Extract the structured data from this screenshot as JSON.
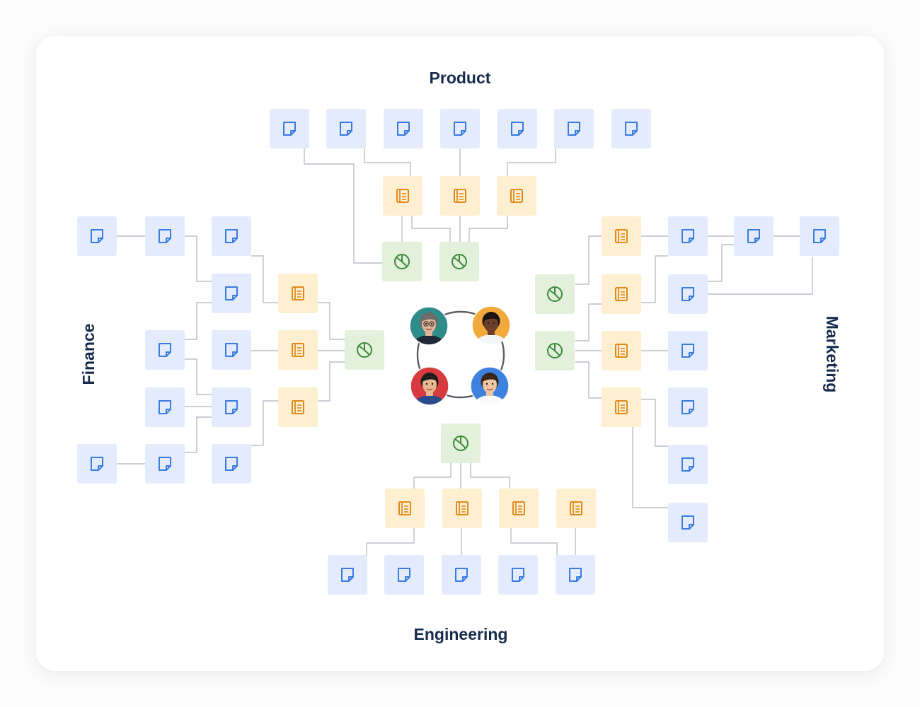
{
  "labels": {
    "product": "Product",
    "finance": "Finance",
    "marketing": "Marketing",
    "engineering": "Engineering"
  },
  "colors": {
    "page_tile": "#e3ebfd",
    "page_icon": "#3a7ce0",
    "notebook_tile": "#fdefcf",
    "notebook_icon": "#e08a1e",
    "chart_tile": "#e3f1dc",
    "chart_icon": "#3d8b3a",
    "connector": "#b9bec7",
    "label_text": "#172b4d"
  },
  "icon_names": {
    "page": "page-icon",
    "notebook": "notebook-icon",
    "chart": "pie-chart-icon"
  },
  "avatars": [
    {
      "name": "avatar-man-glasses",
      "bg": "#2f8c8a",
      "skin": "#e2b49a",
      "hair": "#6e6a66",
      "shirt": "#1f2937"
    },
    {
      "name": "avatar-woman-yellow",
      "bg": "#f2a93b",
      "skin": "#6b3f2a",
      "hair": "#1a1410",
      "shirt": "#f3f4f6"
    },
    {
      "name": "avatar-man-red",
      "bg": "#d93a3f",
      "skin": "#e6b791",
      "hair": "#1c1c1c",
      "shirt": "#2b4c8c"
    },
    {
      "name": "avatar-woman-blue",
      "bg": "#3e82e0",
      "skin": "#f0c5a4",
      "hair": "#3a2418",
      "shirt": "#f8fafc"
    }
  ]
}
